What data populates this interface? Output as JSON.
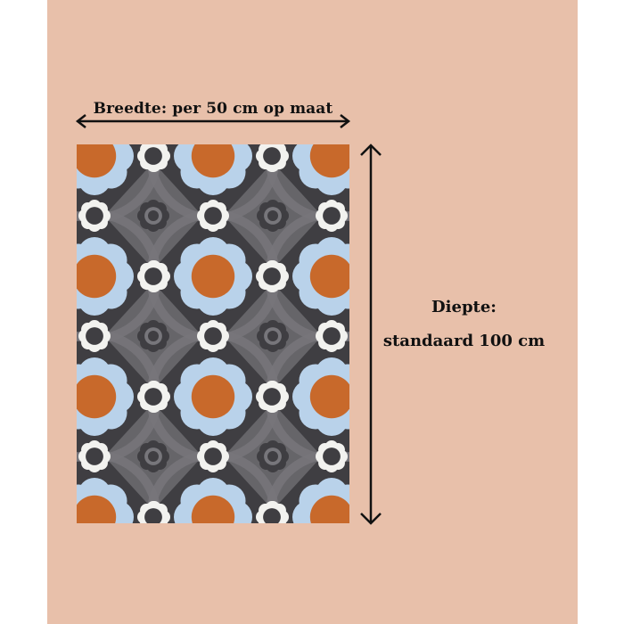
{
  "width_label": "Breedte: per 50 cm op maat",
  "depth_label_line1": "Diepte:",
  "depth_label_line2": "standaard 100 cm",
  "colors": {
    "background": "#e8c0aa",
    "rug_dark": "#3f3e42",
    "rug_mid": "#77767b",
    "flower_blue": "#b9d2ea",
    "flower_center": "#c8692b",
    "flower_white": "#f2f2ef",
    "arrow": "#111111"
  }
}
